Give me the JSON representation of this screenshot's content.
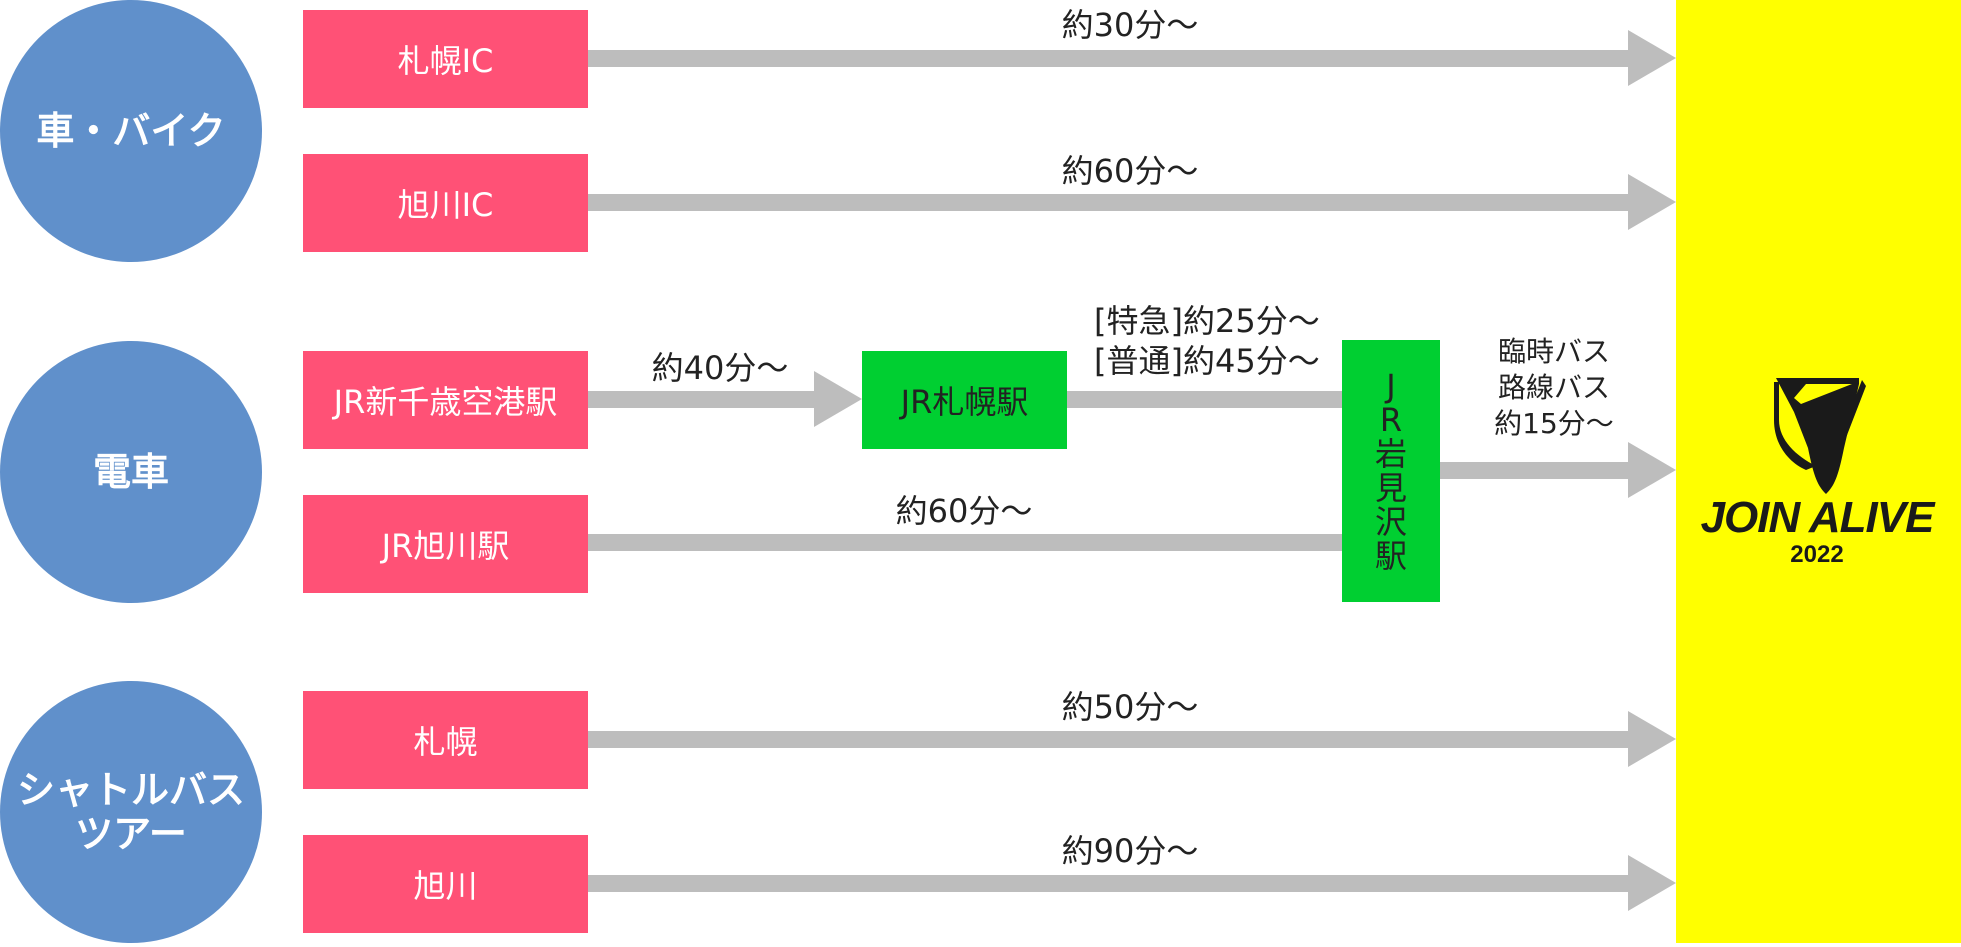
{
  "modes": [
    {
      "label": "車・バイク"
    },
    {
      "label": "電車"
    },
    {
      "label": "シャトルバス\nツアー"
    }
  ],
  "car": {
    "origins": [
      {
        "label": "札幌IC",
        "time": "約30分〜"
      },
      {
        "label": "旭川IC",
        "time": "約60分〜"
      }
    ]
  },
  "train": {
    "origins": [
      {
        "label": "JR新千歳空港駅",
        "time": "約40分〜"
      },
      {
        "label": "JR旭川駅",
        "time": "約60分〜"
      }
    ],
    "transfer": {
      "label": "JR札幌駅",
      "time": "[特急]約25分〜\n[普通]約45分〜"
    },
    "hub": {
      "label": "J\nR\n岩\n見\n沢\n駅"
    },
    "final": {
      "time": "臨時バス\n路線バス\n約15分〜"
    }
  },
  "shuttle": {
    "origins": [
      {
        "label": "札幌",
        "time": "約50分〜"
      },
      {
        "label": "旭川",
        "time": "約90分〜"
      }
    ]
  },
  "destination": {
    "logo": "JOIN ALIVE",
    "year": "2022"
  },
  "colors": {
    "mode_circle": "#6090cb",
    "origin_box": "#ff5176",
    "station_box": "#00cf31",
    "arrow": "#bdbdbd",
    "destination_bg": "#ffff00"
  }
}
